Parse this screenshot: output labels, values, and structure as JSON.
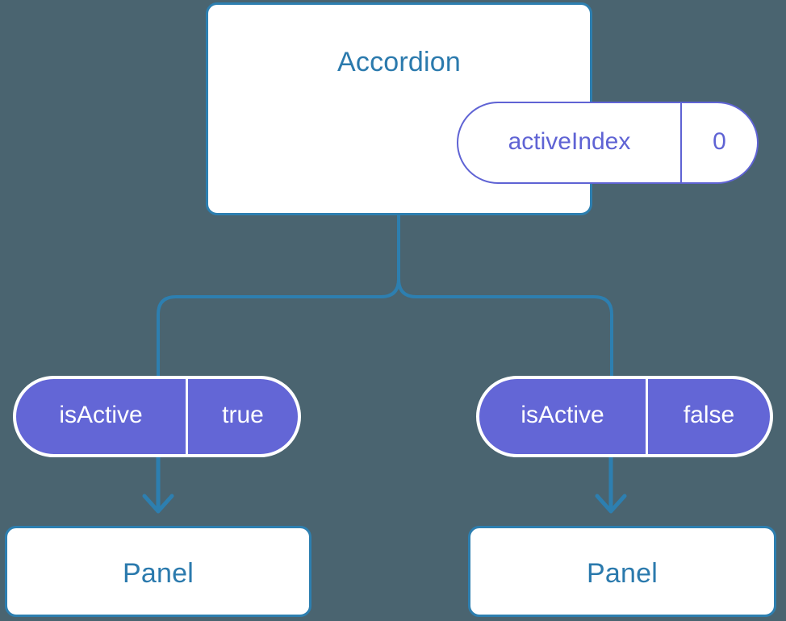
{
  "diagram": {
    "type": "component-state-tree",
    "background_color": "#4a6470",
    "colors": {
      "background": "#4a6470",
      "teal_border": "#2d7fb0",
      "teal_text": "#2b7aad",
      "indigo_outline": "#5f63d4",
      "indigo_fill": "#6366d6",
      "card_surface": "#ffffff",
      "connector": "#2d7fb0",
      "arrow": "#2d7fb0"
    },
    "root": {
      "title": "Accordion",
      "state": {
        "key": "activeIndex",
        "value": "0"
      }
    },
    "branches": [
      {
        "prop": {
          "key": "isActive",
          "value": "true"
        },
        "child": {
          "title": "Panel"
        }
      },
      {
        "prop": {
          "key": "isActive",
          "value": "false"
        },
        "child": {
          "title": "Panel"
        }
      }
    ],
    "connectors": {
      "root_to_branches": "tee-split",
      "branch_to_child": "down-arrow"
    }
  }
}
